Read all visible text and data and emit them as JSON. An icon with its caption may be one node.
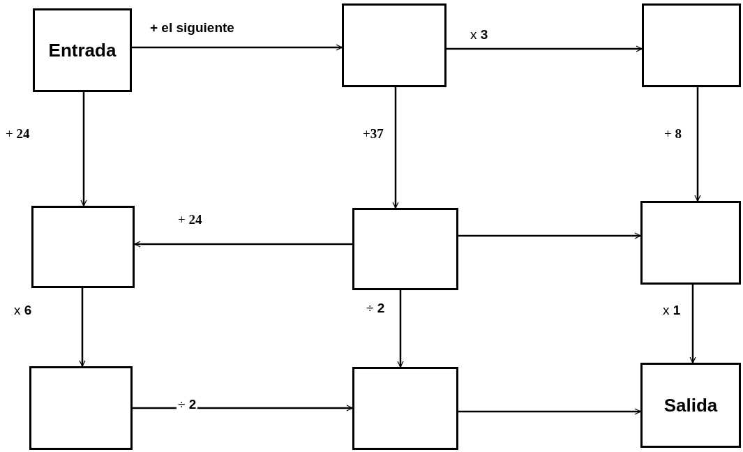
{
  "diagram": {
    "nodes": [
      {
        "text": [
          "Entrada"
        ]
      },
      {
        "text": [],
        "shape": "box"
      },
      {
        "text": [],
        "shape": "box"
      },
      {
        "text": [],
        "shape": "box"
      },
      {
        "text": [],
        "shape": "box"
      },
      {
        "text": [],
        "shape": "box"
      },
      {
        "text": [],
        "shape": "box"
      },
      {
        "text": [],
        "shape": "box"
      },
      {
        "text": [
          "Salida"
        ]
      }
    ],
    "edges": [
      {
        "from": 0,
        "to": 1,
        "arrow": "to",
        "label": "+ el siguiente"
      },
      {
        "from": 1,
        "to": 2,
        "arrow": "to",
        "label": "x **3**"
      },
      {
        "from": 0,
        "to": 3,
        "arrow": "to",
        "label": "+ **24**"
      },
      {
        "from": 1,
        "to": 4,
        "arrow": "to",
        "label": "+**37**"
      },
      {
        "from": 2,
        "to": 5,
        "arrow": "to",
        "label": "+ **8**"
      },
      {
        "from": 4,
        "to": 3,
        "arrow": "to",
        "label": "+ **24**"
      },
      {
        "from": 4,
        "to": 5,
        "arrow": "to"
      },
      {
        "from": 3,
        "to": 6,
        "arrow": "to",
        "label": "x **6**"
      },
      {
        "from": 4,
        "to": 7,
        "arrow": "to",
        "label": "÷ **2**"
      },
      {
        "from": 5,
        "to": 8,
        "arrow": "to",
        "label": "x **1**"
      },
      {
        "from": 6,
        "to": 7,
        "arrow": "to",
        "label": "÷ **2**"
      },
      {
        "from": 7,
        "to": 8,
        "arrow": "to"
      }
    ]
  }
}
